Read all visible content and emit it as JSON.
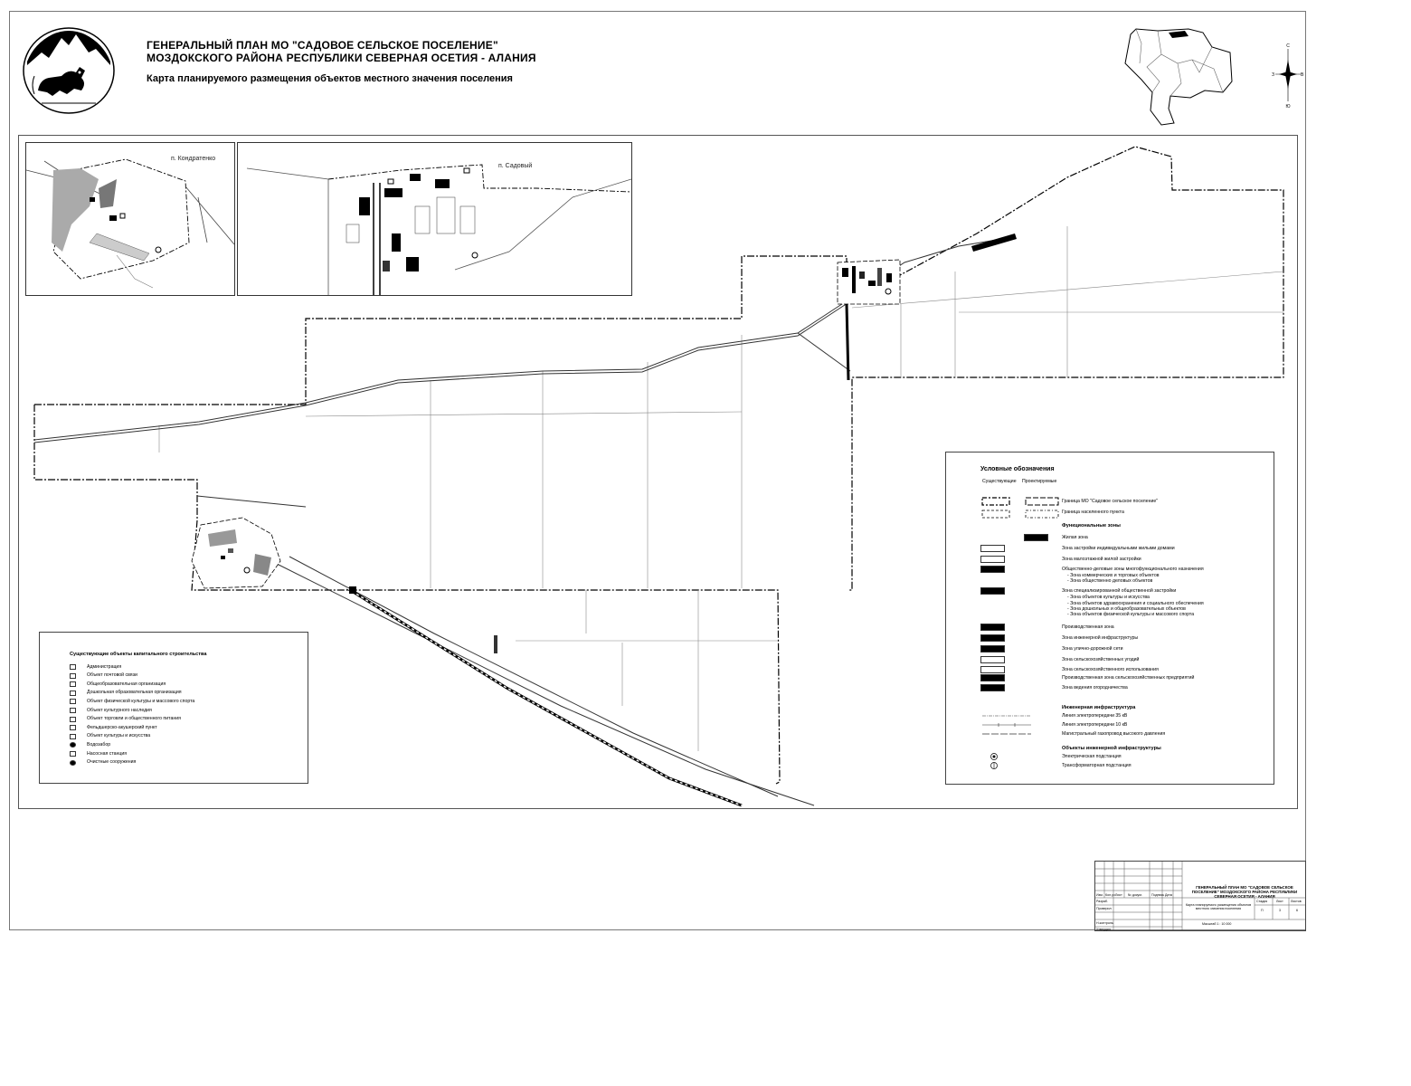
{
  "header": {
    "title_line1": "ГЕНЕРАЛЬНЫЙ ПЛАН МО \"САДОВОЕ СЕЛЬСКОЕ ПОСЕЛЕНИЕ\"",
    "title_line2": "МОЗДОКСКОГО РАЙОНА РЕСПУБЛИКИ СЕВЕРНАЯ ОСЕТИЯ - АЛАНИЯ",
    "subtitle": "Карта планируемого размещения объектов местного значения поселения"
  },
  "compass": {
    "n": "С",
    "s": "Ю",
    "w": "З",
    "e": "В"
  },
  "insets": {
    "kondratenko": "п. Кондратенко",
    "sadovy": "п. Садовый"
  },
  "legend_objects": {
    "title": "Существующие объекты капитального строительства",
    "items": [
      {
        "label": "Администрация",
        "icon": "administration-icon"
      },
      {
        "label": "Объект почтовой связи",
        "icon": "post-office-icon"
      },
      {
        "label": "Общеобразовательная организация",
        "icon": "school-icon"
      },
      {
        "label": "Дошкольная образовательная организация",
        "icon": "kindergarten-icon"
      },
      {
        "label": "Объект физической культуры и массового спорта",
        "icon": "sport-icon"
      },
      {
        "label": "Объект культурного наследия",
        "icon": "heritage-icon"
      },
      {
        "label": "Объект торговли и общественного питания",
        "icon": "trade-icon"
      },
      {
        "label": "Фельдшерско-акушерский пункт",
        "icon": "medical-icon"
      },
      {
        "label": "Объект культуры и искусства",
        "icon": "culture-icon"
      },
      {
        "label": "Водозабор",
        "icon": "water-intake-icon"
      },
      {
        "label": "Насосная станция",
        "icon": "pump-station-icon"
      },
      {
        "label": "Очистные сооружения",
        "icon": "treatment-plant-icon"
      }
    ]
  },
  "legend_main": {
    "title": "Условные обозначения",
    "col_existing": "Существующие",
    "col_planned": "Проектируемые",
    "boundary_mo": "Граница МО \"Садовое сельское поселение\"",
    "boundary_settlement": "Граница населенного пункта",
    "zones_head": "Функциональные зоны",
    "zones": [
      {
        "label": "Жилая зона",
        "dark": true
      },
      {
        "label": "Зона застройки индивидуальными жилыми домами",
        "dark": false
      },
      {
        "label": "Зона малоэтажной жилой застройки",
        "dark": false
      },
      {
        "label": "Общественно-деловые зоны многофункционального назначения",
        "dark": true
      },
      {
        "label": "- Зона коммерческих и торговых объектов",
        "dark": null
      },
      {
        "label": "- Зона общественно деловых объектов",
        "dark": null
      },
      {
        "label": "Зона специализированной общественной застройки",
        "dark": true
      },
      {
        "label": "- Зона объектов культуры и искусства",
        "dark": null
      },
      {
        "label": "- Зона объектов здравоохранения и социального обеспечения",
        "dark": null
      },
      {
        "label": "- Зона дошкольных и общеобразовательных объектов",
        "dark": null
      },
      {
        "label": "- Зона объектов физической культуры и массового спорта",
        "dark": null
      },
      {
        "label": "Производственная зона",
        "dark": true
      },
      {
        "label": "Зона инженерной инфраструктуры",
        "dark": true
      },
      {
        "label": "Зона улично-дорожной сети",
        "dark": true
      },
      {
        "label": "Зона сельскохозяйственных угодий",
        "dark": false
      },
      {
        "label": "Зона сельскохозяйственного использования",
        "dark": false
      },
      {
        "label": "Производственная зона сельскохозяйственных предприятий",
        "dark": true
      },
      {
        "label": "Зона ведения огородничества",
        "dark": true
      }
    ],
    "infra_head": "Инженерная инфраструктура",
    "infra": [
      "Линия электропередачи 35 кВ",
      "Линия электропередачи 10 кВ",
      "Магистральный газопровод высокого давления"
    ],
    "objects_head": "Объекты инженерной инфраструктуры",
    "objects": [
      "Электрическая подстанция",
      "Трансформаторная подстанция"
    ]
  },
  "stamp": {
    "title": "ГЕНЕРАЛЬНЫЙ ПЛАН МО \"САДОВОЕ СЕЛЬСКОЕ ПОСЕЛЕНИЕ\" МОЗДОКСКОГО РАЙОНА РЕСПУБЛИКИ СЕВЕРНАЯ ОСЕТИЯ - АЛАНИЯ",
    "sheet_name": "Карта планируемого размещения объектов местного значения поселения",
    "scale": "Масштаб 1 : 10 000",
    "stage_h": "Стадия",
    "sheet_h": "Лист",
    "sheets_h": "Листов",
    "stage": "П",
    "sheet": "3",
    "sheets": "6",
    "rows": [
      "Изм.",
      "Кол.уч",
      "Лист",
      "№ докум.",
      "Подпись",
      "Дата",
      "Разраб.",
      "Проверил",
      "Н.контроль",
      "Утвердил"
    ]
  }
}
